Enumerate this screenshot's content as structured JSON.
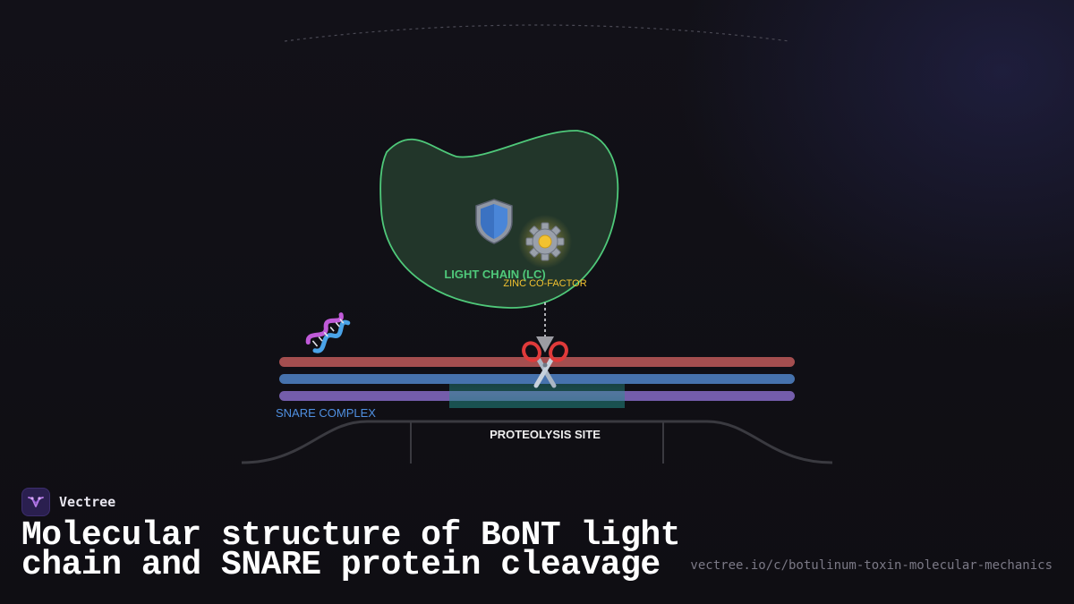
{
  "diagram": {
    "light_chain_label": "LIGHT CHAIN (LC)",
    "zinc_label": "ZINC CO-FACTOR",
    "snare_label": "SNARE COMPLEX",
    "proteolysis_label": "PROTEOLYSIS SITE",
    "icons": {
      "shield": "shield-icon",
      "gear": "gear-icon",
      "dna": "dna-icon",
      "scissors": "scissors-icon"
    },
    "colors": {
      "light_chain_outline": "#4fc97a",
      "light_chain_fill": "#27402f",
      "zinc_label": "#f2c230",
      "snare_label": "#4f8fe0",
      "strand_red": "#b55555",
      "strand_blue": "#4a78b5",
      "strand_purple": "#7a62b3",
      "cleavage_zone": "#2a9c95"
    }
  },
  "brand": {
    "name": "Vectree"
  },
  "title": {
    "line1": "Molecular structure of BoNT light",
    "line2": "chain and SNARE protein cleavage"
  },
  "source_url": "vectree.io/c/botulinum-toxin-molecular-mechanics"
}
